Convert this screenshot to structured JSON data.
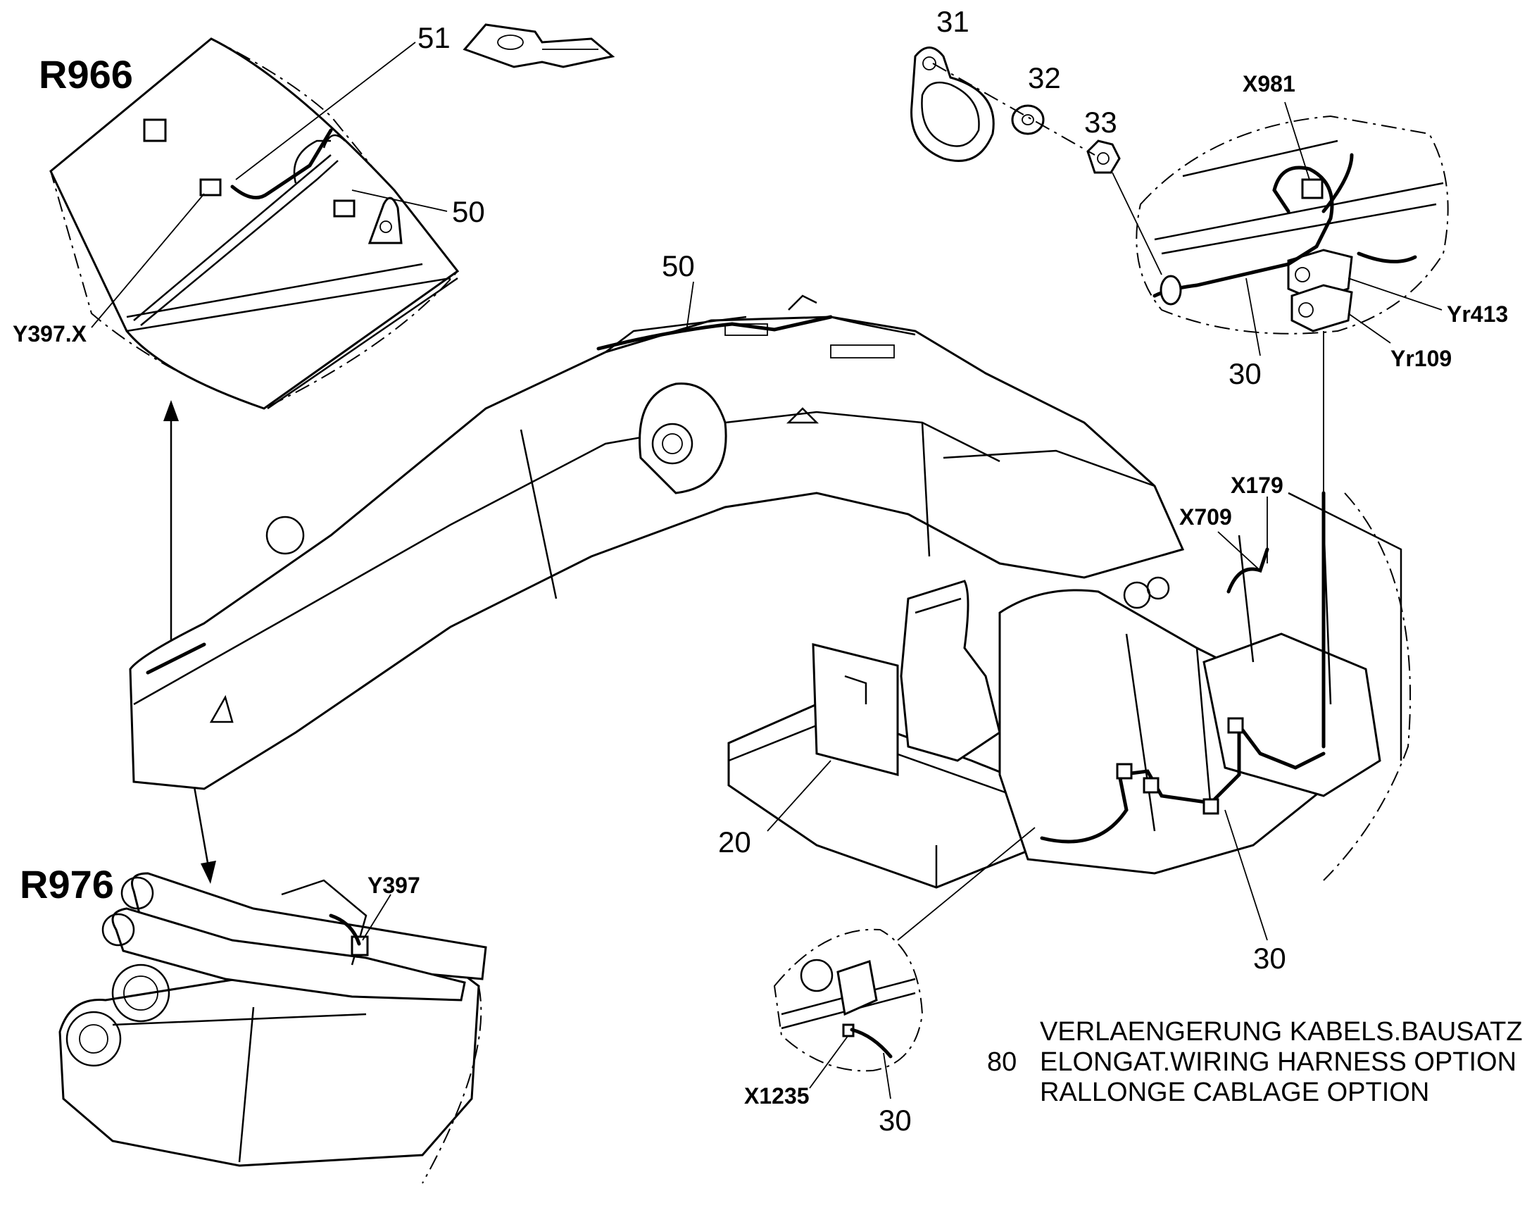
{
  "models": {
    "top": "R966",
    "bottom": "R976"
  },
  "part_numbers": {
    "p51": "51",
    "p50_detail": "50",
    "p50_boom": "50",
    "p31": "31",
    "p32": "32",
    "p33": "33",
    "p30_right": "30",
    "p30_bottom": "30",
    "p30_frame": "30",
    "p20": "20"
  },
  "connectors": {
    "y397x": "Y397.X",
    "y397": "Y397",
    "x981": "X981",
    "yr413": "Yr413",
    "yr109": "Yr109",
    "x179": "X179",
    "x709": "X709",
    "x1235": "X1235"
  },
  "legend": {
    "item": "80",
    "line_de": "VERLAENGERUNG KABELS.BAUSATZ",
    "line_en": "ELONGAT.WIRING HARNESS OPTION",
    "line_fr": "RALLONGE CABLAGE OPTION"
  }
}
